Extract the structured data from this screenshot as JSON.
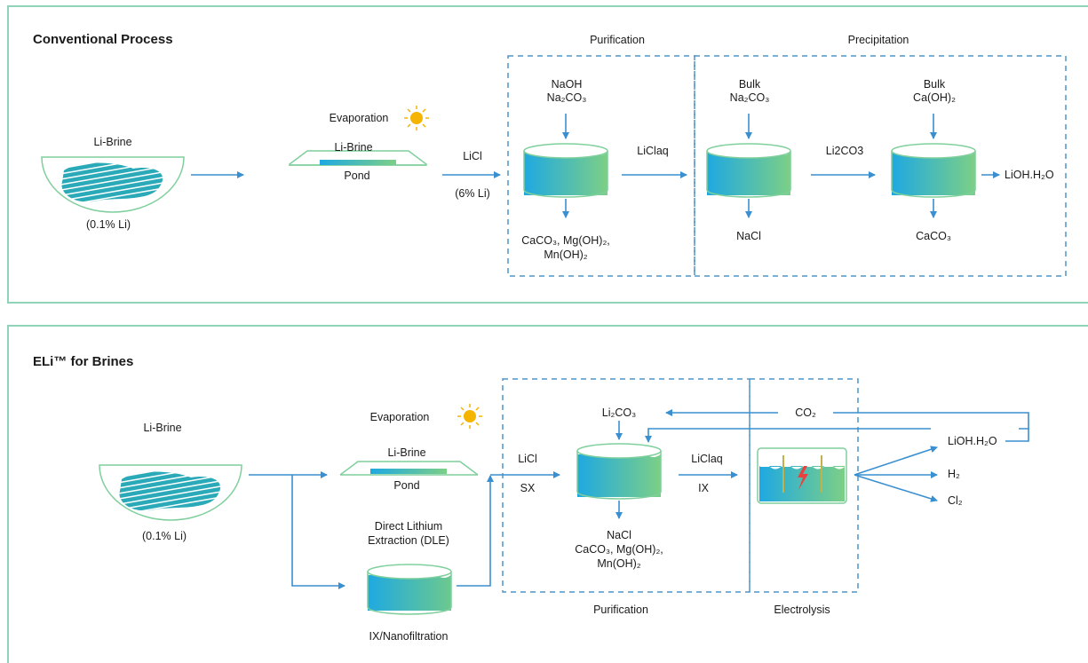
{
  "conventional": {
    "title": "Conventional Process",
    "section_purification": "Purification",
    "section_precipitation": "Precipitation",
    "brine_label": "Li-Brine",
    "brine_conc": "(0.1% Li)",
    "evaporation": "Evaporation",
    "pond_brine": "Li-Brine",
    "pond": "Pond",
    "licl": "LiCl",
    "licl_conc": "(6% Li)",
    "reagent1_line1": "NaOH",
    "reagent1_line2": "Na₂CO₃",
    "waste1_line1": "CaCO₃, Mg(OH)₂,",
    "waste1_line2": "Mn(OH)₂",
    "liclaq": "LiClaq",
    "bulk1_line1": "Bulk",
    "bulk1_line2": "Na₂CO₃",
    "nacl": "NaCl",
    "li2co3": "Li2CO3",
    "bulk2_line1": "Bulk",
    "bulk2_line2": "Ca(OH)₂",
    "caco3": "CaCO₃",
    "product": "LiOH.H₂O"
  },
  "eli": {
    "title": "ELi™ for Brines",
    "brine_label": "Li-Brine",
    "brine_conc": "(0.1% Li)",
    "evaporation": "Evaporation",
    "pond_brine": "Li-Brine",
    "pond": "Pond",
    "dle_line1": "Direct Lithium",
    "dle_line2": "Extraction (DLE)",
    "ix_nano": "IX/Nanofiltration",
    "licl": "LiCl",
    "sx": "SX",
    "li2co3": "Li₂CO₃",
    "co2": "CO₂",
    "waste_line1": "NaCl",
    "waste_line2": "CaCO₃, Mg(OH)₂,",
    "waste_line3": "Mn(OH)₂",
    "liclaq": "LiClaq",
    "ix": "IX",
    "product_lioh": "LiOH.H₂O",
    "product_h2": "H₂",
    "product_cl2": "Cl₂",
    "section_purification": "Purification",
    "section_electrolysis": "Electrolysis"
  },
  "colors": {
    "border": "#8fd3b8",
    "arrow": "#3a8fd0",
    "dashed": "#4f95c9",
    "liquid_top": "#1fa9e1",
    "liquid_bottom": "#7ccf86",
    "outline": "#7fcf9c",
    "sun": "#f4b400",
    "spark": "#e8423f"
  }
}
